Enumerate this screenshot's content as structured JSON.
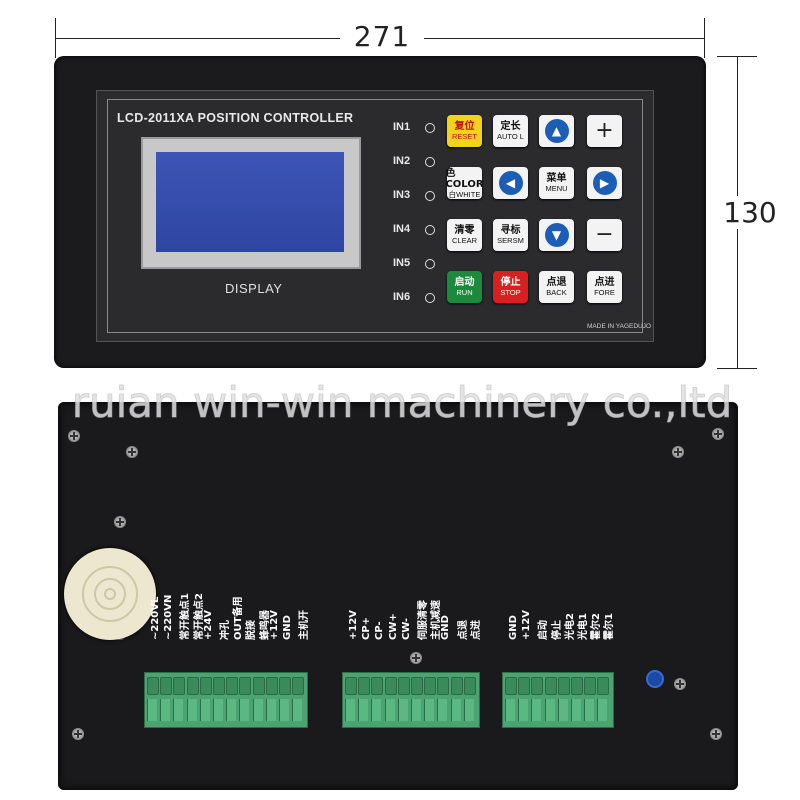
{
  "dimensions": {
    "width": "271",
    "height": "130"
  },
  "front_panel": {
    "model_title": "LCD-2011XA POSITION CONTROLLER",
    "display_label": "DISPLAY",
    "inputs": [
      "IN1",
      "IN2",
      "IN3",
      "IN4",
      "IN5",
      "IN6"
    ],
    "keys": [
      {
        "cn": "复位",
        "en": "RESET",
        "style": "yellow"
      },
      {
        "cn": "定长",
        "en": "AUTO L",
        "style": "white"
      },
      {
        "icon": "up-arrow-icon",
        "style": "white"
      },
      {
        "icon": "plus-icon",
        "style": "white"
      },
      {
        "cn": "色COLOR",
        "en": "白WHITE",
        "style": "white"
      },
      {
        "icon": "left-arrow-icon",
        "style": "white"
      },
      {
        "cn": "菜单",
        "en": "MENU",
        "style": "white"
      },
      {
        "icon": "right-arrow-icon",
        "style": "white"
      },
      {
        "cn": "清零",
        "en": "CLEAR",
        "style": "white"
      },
      {
        "cn": "寻标",
        "en": "SERSM",
        "style": "white"
      },
      {
        "icon": "down-arrow-icon",
        "style": "white"
      },
      {
        "icon": "minus-icon",
        "style": "white"
      },
      {
        "cn": "启动",
        "en": "RUN",
        "style": "green"
      },
      {
        "cn": "停止",
        "en": "STOP",
        "style": "red"
      },
      {
        "cn": "点退",
        "en": "BACK",
        "style": "white"
      },
      {
        "cn": "点进",
        "en": "FORE",
        "style": "white"
      }
    ],
    "maker": "MADE IN YAGEDUJO",
    "colors": {
      "lcd": "#3550b0",
      "run": "#1c8a3c",
      "stop": "#d82020",
      "reset": "#f3d21a",
      "arrow": "#1c5db5"
    }
  },
  "watermark": "ruian win-win machinery co.,ltd",
  "back_panel": {
    "terminal_labels": [
      "~220VL",
      "~220VN",
      "常开触点1",
      "常开触点2",
      "+24V",
      "冲孔",
      "OUT备用",
      "脱接",
      "蜂鸣器",
      "+12V",
      "GND",
      "主机开",
      "+12V",
      "CP+",
      "CP-",
      "CW+",
      "CW-",
      "伺服清零",
      "主机减速",
      "GND",
      "点退",
      "点进",
      "GND",
      "+12V",
      "启动",
      "停止",
      "光电2",
      "光电1",
      "霍尔2",
      "霍尔1"
    ],
    "terminal_blocks": [
      12,
      10,
      8
    ],
    "colors": {
      "terminal": "#4aa371",
      "buzzer": "#eee7cf"
    }
  }
}
